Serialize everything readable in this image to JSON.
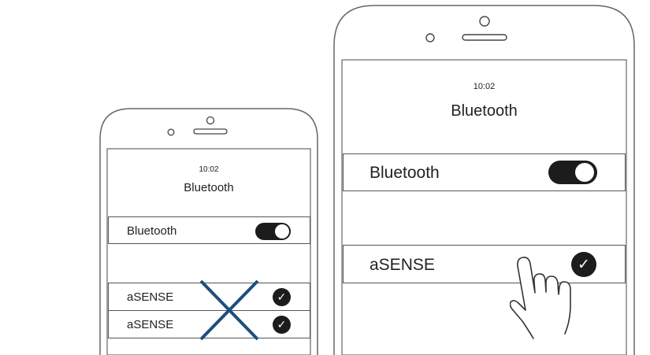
{
  "left_phone": {
    "time": "10:02",
    "screen_title": "Bluetooth",
    "bluetooth_row_label": "Bluetooth",
    "toggle_state": "on",
    "devices": [
      {
        "name": "aSENSE",
        "status_icon": "checkmark-icon"
      },
      {
        "name": "aSENSE",
        "status_icon": "checkmark-icon"
      }
    ],
    "overlay_icon": "cross-out-icon",
    "overlay_color": "#1f4e79"
  },
  "right_phone": {
    "time": "10:02",
    "screen_title": "Bluetooth",
    "bluetooth_row_label": "Bluetooth",
    "toggle_state": "on",
    "devices": [
      {
        "name": "aSENSE",
        "status_icon": "checkmark-icon"
      }
    ],
    "pointer_icon": "tapping-hand-icon"
  }
}
